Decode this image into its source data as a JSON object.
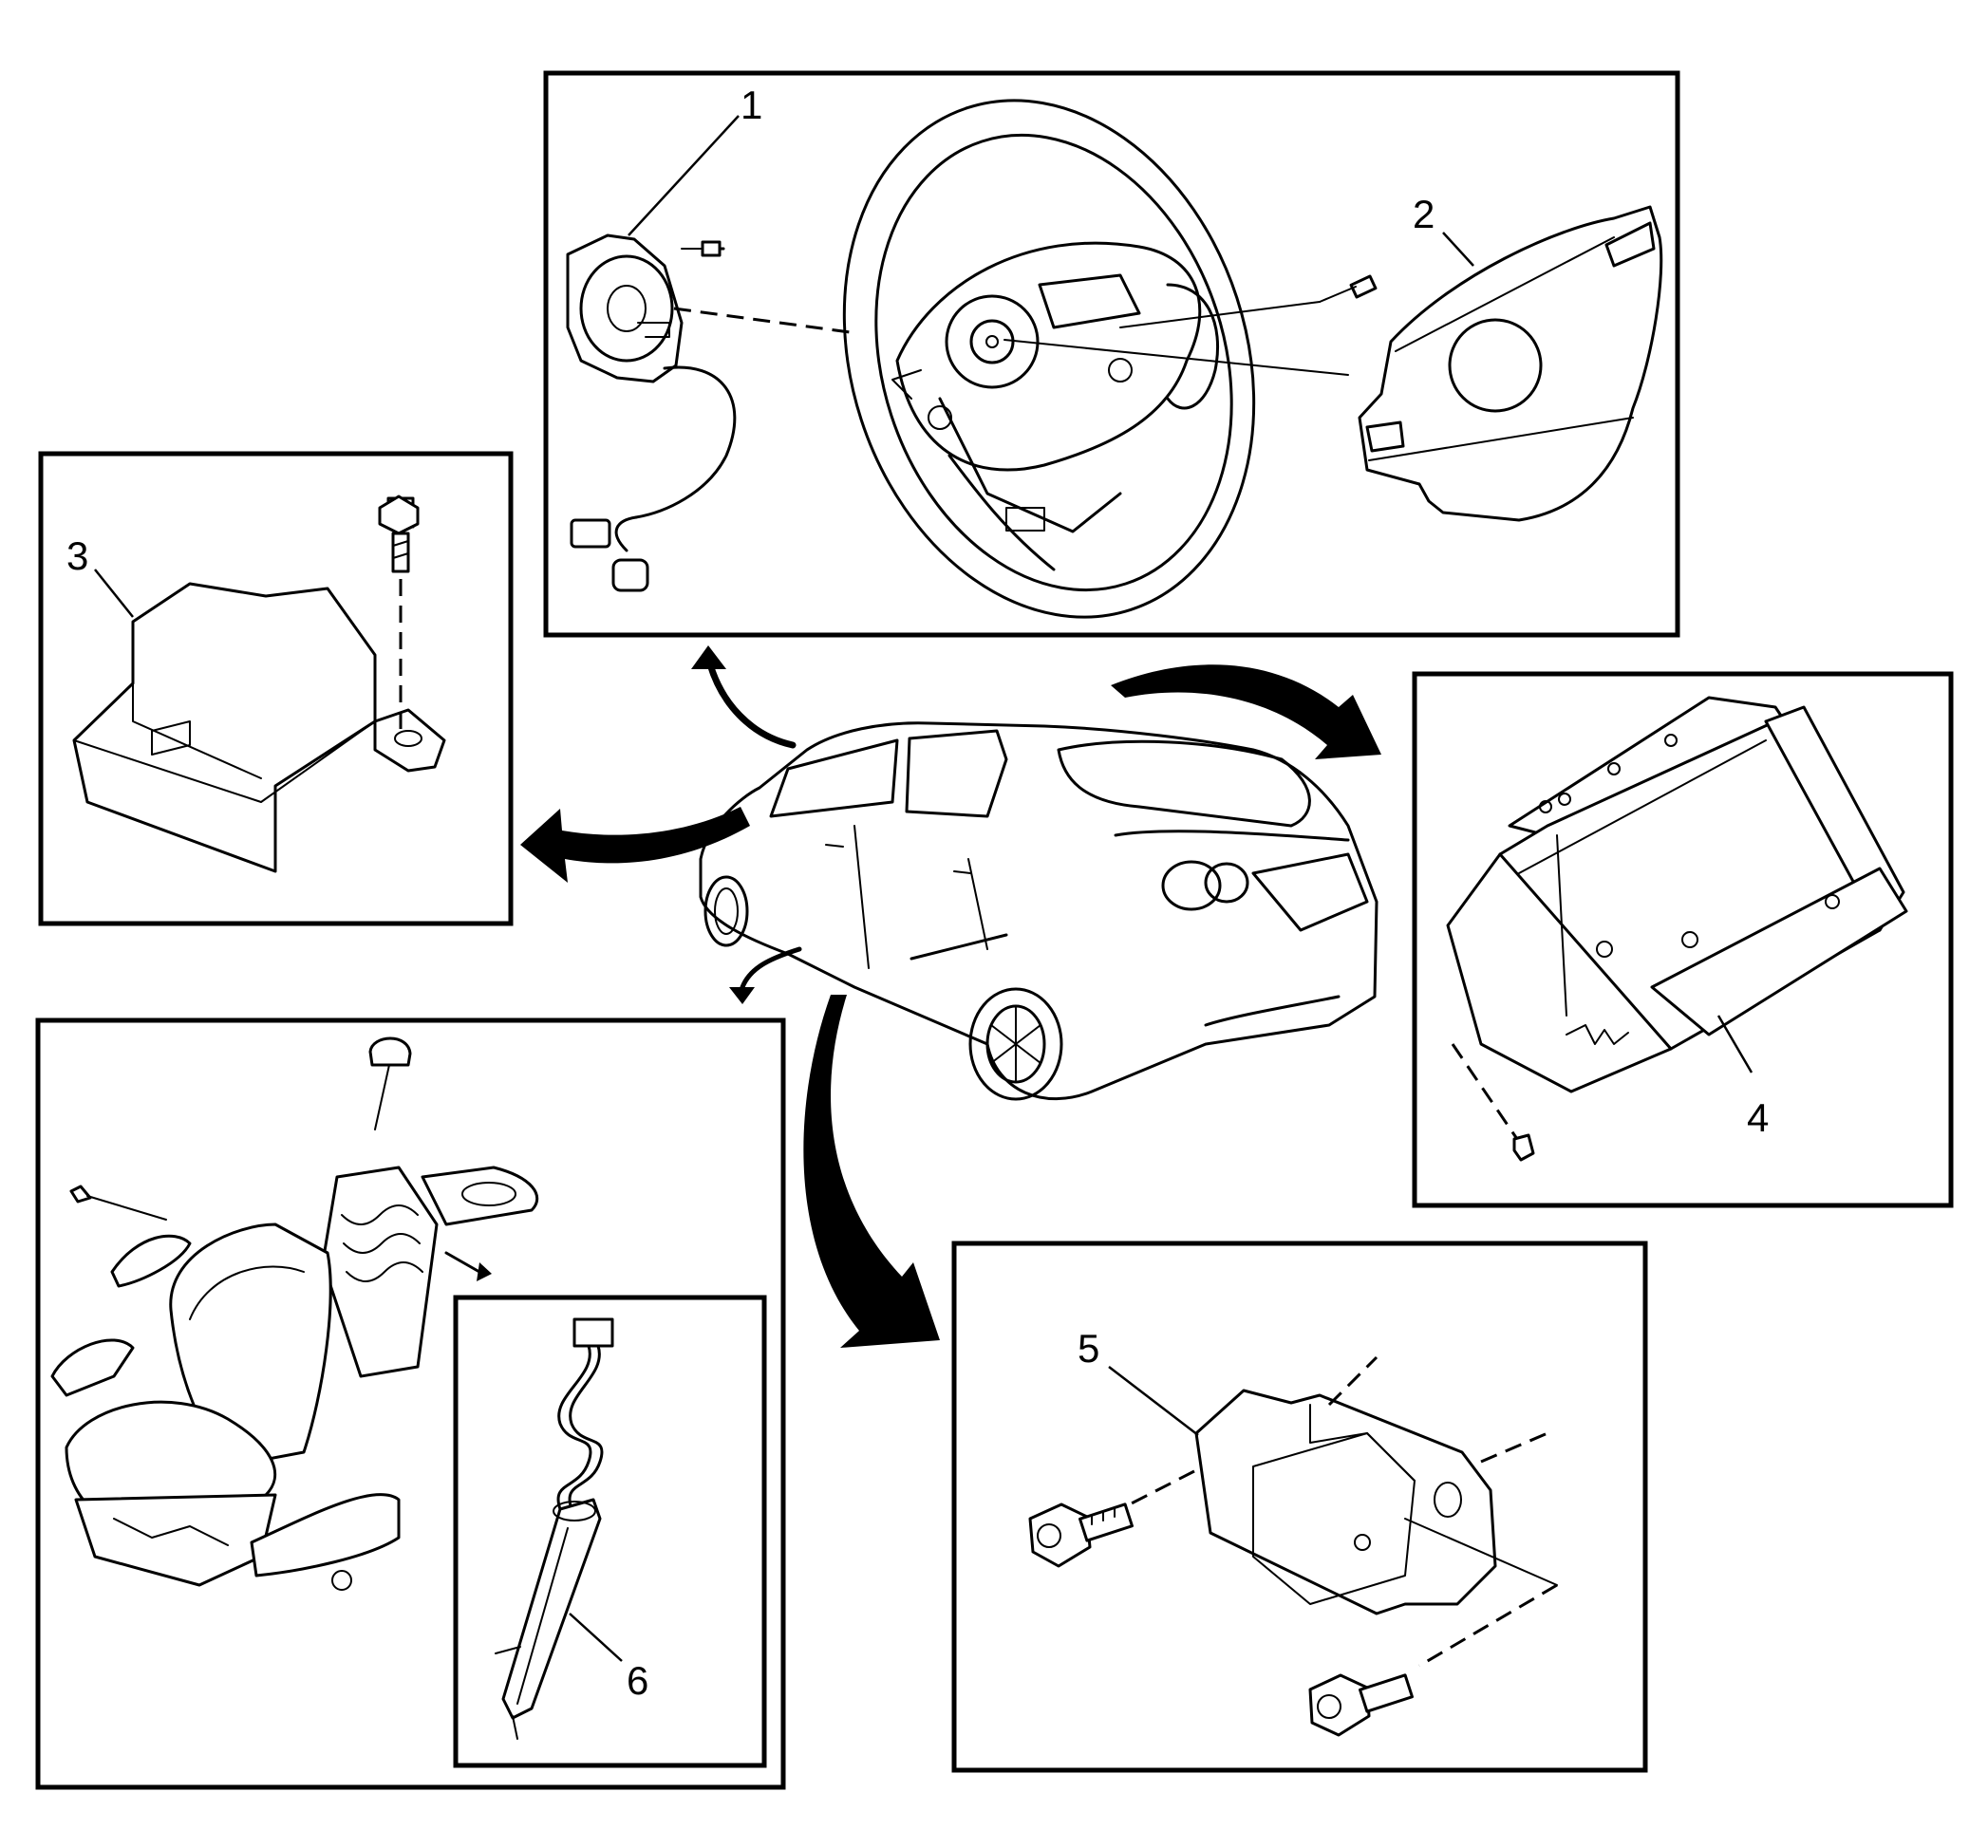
{
  "figure": {
    "callouts": [
      {
        "id": 1,
        "text": "1"
      },
      {
        "id": 2,
        "text": "2"
      },
      {
        "id": 3,
        "text": "3"
      },
      {
        "id": 4,
        "text": "4"
      },
      {
        "id": 5,
        "text": "5"
      },
      {
        "id": 6,
        "text": "6"
      }
    ],
    "icons": {
      "vehicle": "hatchback-car-icon",
      "steering_wheel": "steering-wheel-icon",
      "clock_spring": "clock-spring-icon",
      "driver_airbag": "driver-airbag-module-icon",
      "control_module": "airbag-control-module-icon",
      "passenger_airbag": "passenger-airbag-module-icon",
      "impact_sensor": "impact-sensor-icon",
      "seat": "seat-assembly-icon",
      "side_airbag": "seat-side-airbag-icon",
      "arrow": "curved-arrow-icon"
    },
    "colors": {
      "line": "#000000",
      "background": "#ffffff"
    }
  }
}
